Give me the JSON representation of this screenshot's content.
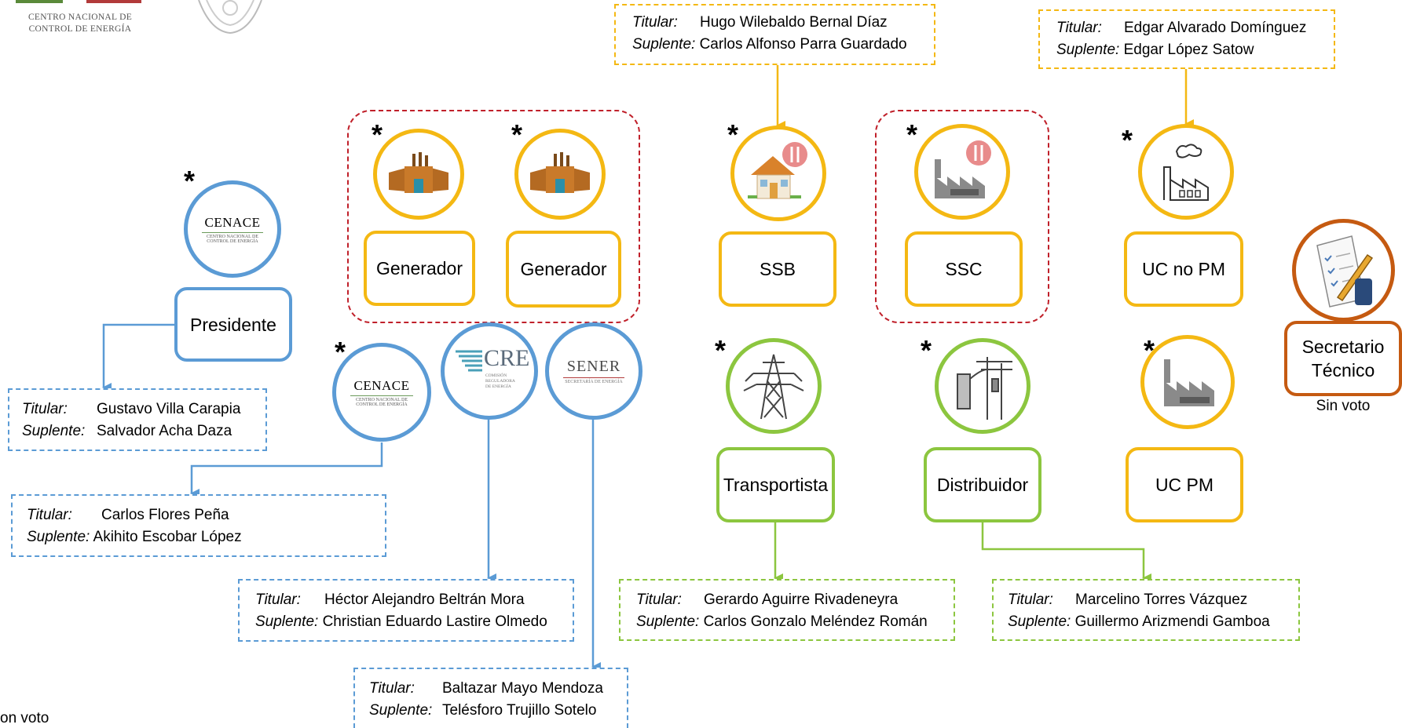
{
  "colors": {
    "blue": "#5b9bd5",
    "orange": "#f4b813",
    "green": "#8cc63f",
    "red": "#c0202a",
    "brown": "#c55a11",
    "house_orange": "#d9822b",
    "plant_gray": "#7f7f7f",
    "plug_pink": "#e88b8b"
  },
  "header": {
    "org_line1": "CENTRO NACIONAL DE",
    "org_line2": "CONTROL DE ENERGÍA"
  },
  "marker": "*",
  "labels": {
    "titular": "Titular:",
    "suplente": "Suplente:"
  },
  "logos": {
    "cenace": "CENACE",
    "cenace_sub1": "CENTRO NACIONAL DE",
    "cenace_sub2": "CONTROL DE ENERGÍA",
    "cre": "CRE",
    "cre_sub1": "COMISIÓN",
    "cre_sub2": "REGULADORA",
    "cre_sub3": "DE ENERGÍA",
    "sener": "SENER",
    "sener_sub": "SECRETARÍA DE ENERGÍA"
  },
  "roles": {
    "presidente": "Presidente",
    "generador1": "Generador",
    "generador2": "Generador",
    "ssb": "SSB",
    "ssc": "SSC",
    "uc_no_pm": "UC no PM",
    "transportista": "Transportista",
    "distribuidor": "Distribuidor",
    "uc_pm": "UC PM",
    "secretario_line1": "Secretario",
    "secretario_line2": "Técnico",
    "sin_voto": "Sin voto"
  },
  "footnote": "on voto",
  "members": {
    "presidente": {
      "titular": "Gustavo Villa Carapia",
      "suplente": "Salvador Acha Daza"
    },
    "cenace": {
      "titular": "Carlos Flores Peña",
      "suplente": "Akihito Escobar López"
    },
    "cre": {
      "titular": "Héctor Alejandro Beltrán Mora",
      "suplente": "Christian Eduardo Lastire Olmedo"
    },
    "sener": {
      "titular": "Baltazar Mayo Mendoza",
      "suplente": "Telésforo Trujillo Sotelo"
    },
    "ssb": {
      "titular": "Hugo Wilebaldo Bernal Díaz",
      "suplente": "Carlos Alfonso Parra Guardado"
    },
    "uc_no_pm": {
      "titular": "Edgar Alvarado Domínguez",
      "suplente": "Edgar López Satow"
    },
    "transportista": {
      "titular": "Gerardo Aguirre Rivadeneyra",
      "suplente": "Carlos Gonzalo Meléndez Román"
    },
    "distribuidor": {
      "titular": "Marcelino Torres Vázquez",
      "suplente": "Guillermo Arizmendi Gamboa"
    }
  }
}
